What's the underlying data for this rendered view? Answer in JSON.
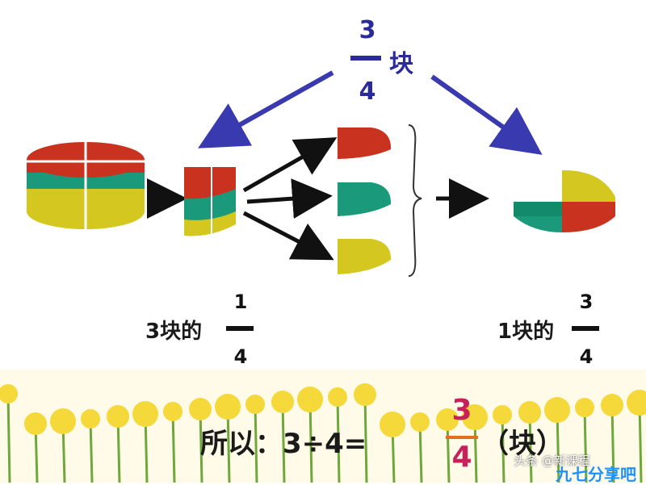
{
  "colors": {
    "arrow_blue": "#3a3ab0",
    "fraction_blue": "#2a2a9a",
    "result_red": "#c8205a",
    "result_orange": "#e07020",
    "red": "#c8321e",
    "teal": "#1a9a7a",
    "yellow": "#d4c820",
    "flower": "#f5d83a",
    "stem": "#6fa83a"
  },
  "top_fraction": {
    "numerator": "3",
    "denominator": "4",
    "unit": "块"
  },
  "left_label": {
    "prefix": "3块的",
    "numerator": "1",
    "denominator": "4"
  },
  "right_label": {
    "prefix": "1块的",
    "numerator": "3",
    "denominator": "4"
  },
  "equation": {
    "prefix": "所以：3÷4=",
    "numerator": "3",
    "denominator": "4",
    "suffix": "（块）"
  },
  "watermark": {
    "text": "头条 @新课程",
    "brand": "九七分享吧"
  }
}
